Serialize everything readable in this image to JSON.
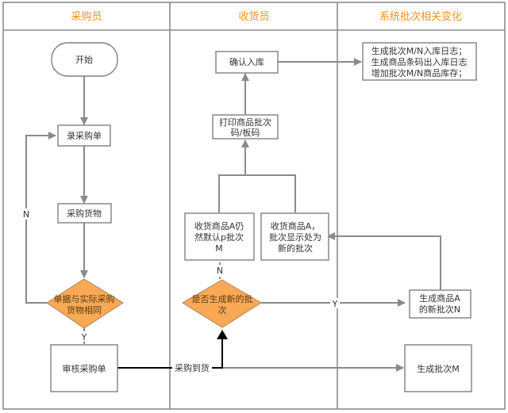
{
  "lanes": [
    {
      "title": "采购员"
    },
    {
      "title": "收货员"
    },
    {
      "title": "系统批次相关变化"
    }
  ],
  "nodes": {
    "start": {
      "lines": [
        "开始"
      ]
    },
    "enter_po": {
      "lines": [
        "录采购单"
      ]
    },
    "purchase_goods": {
      "lines": [
        "采购货物"
      ]
    },
    "check_match": {
      "lines": [
        "单据与实际采购",
        "货物相同"
      ]
    },
    "review_po": {
      "lines": [
        "审核采购单"
      ]
    },
    "is_new_batch": {
      "lines": [
        "是否生成新的批",
        "次"
      ]
    },
    "default_batch": {
      "lines": [
        "收货商品A仍",
        "然默认p批次",
        "M"
      ]
    },
    "new_batch_display": {
      "lines": [
        "收货商品A，",
        "批次显示处为",
        "新的批次"
      ]
    },
    "print_codes": {
      "lines": [
        "打印商品批次",
        "码/板码"
      ]
    },
    "confirm_stock_in": {
      "lines": [
        "确认入库"
      ]
    },
    "system_logs": {
      "lines": [
        "生成批次M/N入库日志；",
        "生成商品条码出入库日志",
        "增加批次M/N商品库存；"
      ]
    },
    "gen_new_batch_n": {
      "lines": [
        "生成商品A",
        "的新批次N"
      ]
    },
    "gen_batch_m": {
      "lines": [
        "生成批次M"
      ]
    }
  },
  "edge_labels": {
    "no_match": "N",
    "match_yes": "Y",
    "not_new": "N",
    "is_new": "Y",
    "goods_arrived": "采购到货"
  },
  "colors": {
    "lane_title": "#f0921e",
    "decision_fill": "#f9a955",
    "edge": "#8a8a8a",
    "edge_primary": "#000000"
  }
}
